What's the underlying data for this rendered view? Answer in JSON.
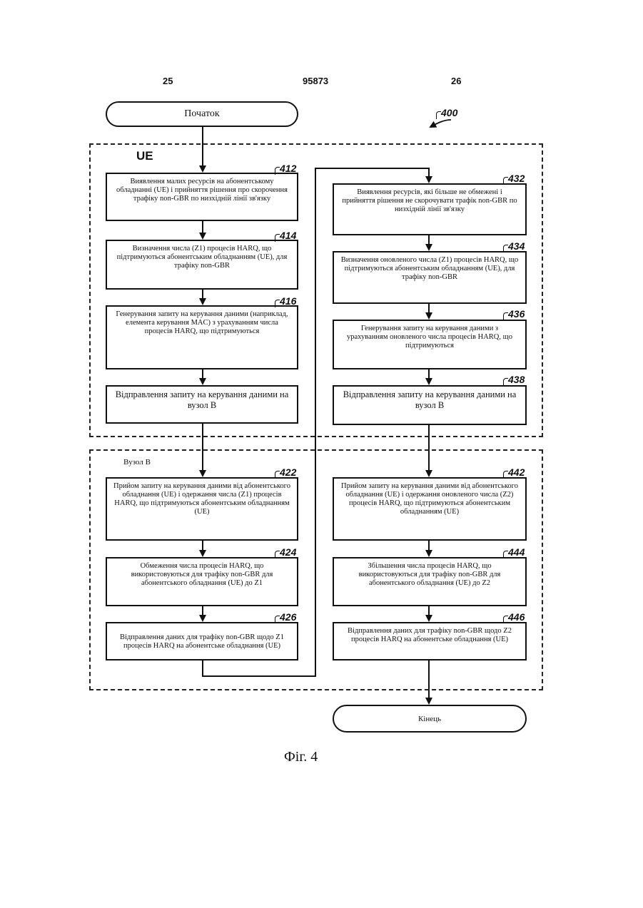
{
  "header": {
    "left_page": "25",
    "center_number": "95873",
    "right_page": "26"
  },
  "diagram_ref": "400",
  "start_label": "Початок",
  "end_label": "Кінець",
  "regions": {
    "ue_label": "UE",
    "node_label": "Вузол B"
  },
  "left_column": [
    {
      "ref": "412",
      "text": "Виявлення малих ресурсів на абонентському обладнанні (UE) і прийняття рішення про скорочення трафіку non-GBR по низхідній лінії зв'язку"
    },
    {
      "ref": "414",
      "text": "Визначення числа (Z1) процесів HARQ, що підтримуються абонентським обладнанням (UE), для трафіку non-GBR"
    },
    {
      "ref": "416",
      "text": "Генерування запиту на керування даними (наприклад, елемента керування MAC) з урахуванням числа процесів HARQ, що підтримуються"
    },
    {
      "ref": "",
      "text": "Відправлення запиту на керування даними на вузол B"
    },
    {
      "ref": "422",
      "text": "Прийом запиту на керування даними від абонентського обладнання (UE) і одержання числа (Z1) процесів HARQ, що підтримуються абонентським обладнанням (UE)"
    },
    {
      "ref": "424",
      "text": "Обмеження числа процесів HARQ, що використовуються для трафіку non-GBR для абонентського обладнання (UE) до Z1"
    },
    {
      "ref": "426",
      "text": "Відправлення даних для трафіку non-GBR щодо Z1 процесів HARQ на абонентське обладнання (UE)"
    }
  ],
  "right_column": [
    {
      "ref": "432",
      "text": "Виявлення ресурсів, які більше не обмежені і прийняття рішення не скорочувати трафік non-GBR по низхідній лінії зв'язку"
    },
    {
      "ref": "434",
      "text": "Визначення оновленого числа (Z1) процесів HARQ, що підтримуються абонентським обладнанням (UE), для трафіку non-GBR"
    },
    {
      "ref": "436",
      "text": "Генерування запиту на керування даними з урахуванням оновленого числа процесів HARQ, що підтримуються"
    },
    {
      "ref": "438",
      "text": "Відправлення запиту на керування даними на вузол B"
    },
    {
      "ref": "442",
      "text": "Прийом запиту на керування даними від абонентського обладнання (UE) і одержання оновленого числа (Z2) процесів HARQ, що підтримуються абонентським обладнанням (UE)"
    },
    {
      "ref": "444",
      "text": "Збільшення числа процесів HARQ, що використовуються для трафіку non-GBR для абонентського обладнання (UE) до Z2"
    },
    {
      "ref": "446",
      "text": "Відправлення даних для трафіку non-GBR щодо Z2 процесів HARQ на абонентське обладнання (UE)"
    }
  ],
  "caption": "Фіг. 4"
}
